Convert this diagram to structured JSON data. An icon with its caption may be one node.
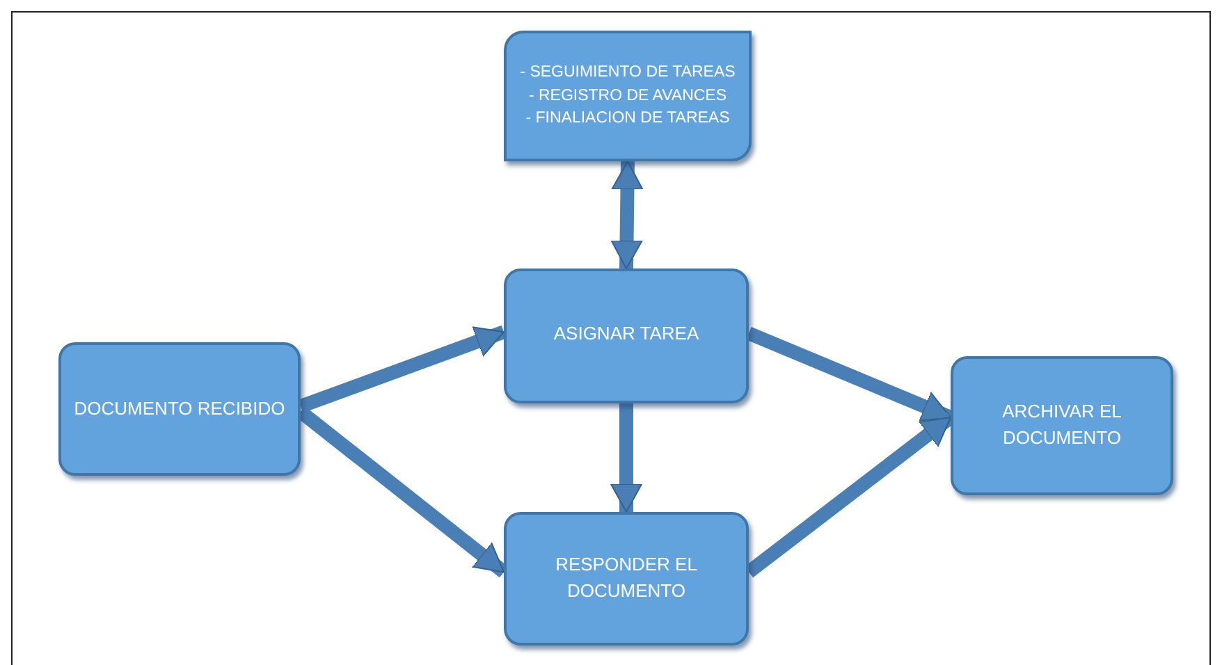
{
  "diagram": {
    "nodes": [
      {
        "text": [
          "-  SEGUIMIENTO DE TAREAS",
          "- REGISTRO DE AVANCES",
          "-  FINALIACION DE TAREAS"
        ]
      },
      {
        "text": [
          "DOCUMENTO RECIBIDO"
        ]
      },
      {
        "text": [
          "ASIGNAR TAREA"
        ]
      },
      {
        "text": [
          "RESPONDER EL DOCUMENTO"
        ]
      },
      {
        "text": [
          "ARCHIVAR EL DOCUMENTO"
        ]
      }
    ],
    "edges": [
      {
        "from": 1,
        "to": 2,
        "arrow": "to"
      },
      {
        "from": 1,
        "to": 3,
        "arrow": "to"
      },
      {
        "from": 2,
        "to": 0,
        "arrow": "both"
      },
      {
        "from": 2,
        "to": 3,
        "arrow": "to"
      },
      {
        "from": 2,
        "to": 4,
        "arrow": "to"
      },
      {
        "from": 3,
        "to": 4,
        "arrow": "to"
      }
    ]
  }
}
